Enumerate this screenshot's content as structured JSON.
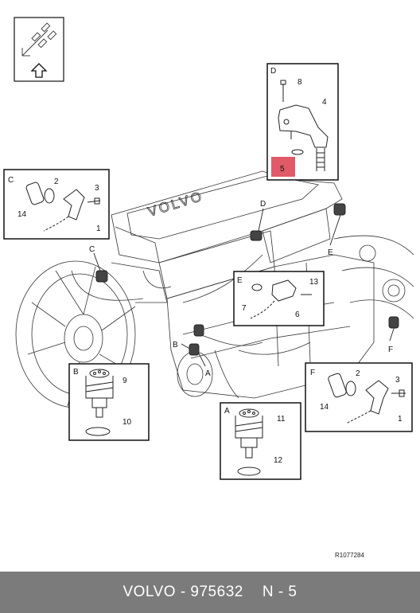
{
  "engine": {
    "brand": "VOLVO"
  },
  "callouts": {
    "D": {
      "letter": "D",
      "parts": [
        "8",
        "4",
        "5"
      ]
    },
    "C": {
      "letter": "C",
      "parts": [
        "2",
        "3",
        "14",
        "1"
      ]
    },
    "E": {
      "letter": "E",
      "parts": [
        "13",
        "7",
        "6"
      ]
    },
    "B": {
      "letter": "B",
      "parts": [
        "9",
        "10"
      ]
    },
    "A": {
      "letter": "A",
      "parts": [
        "11",
        "12"
      ]
    },
    "F": {
      "letter": "F",
      "parts": [
        "2",
        "3",
        "14",
        "1"
      ]
    }
  },
  "pointers": {
    "D": "D",
    "C": "C",
    "E": "E",
    "B": "B",
    "A": "A",
    "F": "F"
  },
  "reference": "R1077284",
  "footer": {
    "brand": "VOLVO",
    "part_number": "975632",
    "page": "N - 5",
    "separator": "-"
  },
  "colors": {
    "highlight": "#e05a6a",
    "footer_bg": "#7b7b7b",
    "line": "#1a1a1a"
  }
}
